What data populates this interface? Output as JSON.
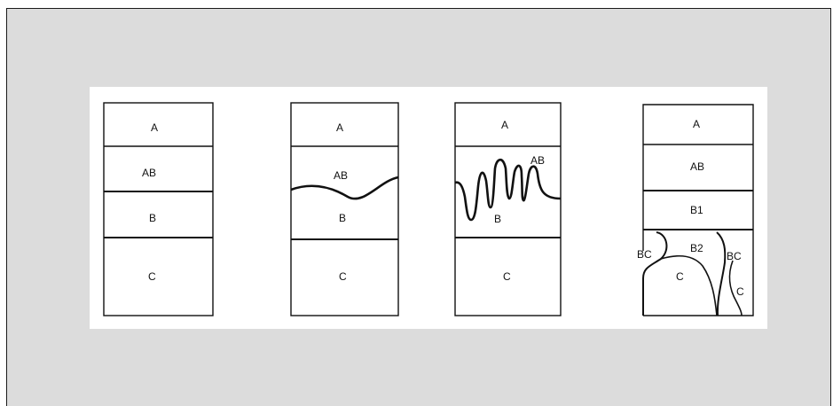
{
  "diagram": {
    "columns": [
      {
        "id": "col-1",
        "labels": {
          "a": "A",
          "ab": "AB",
          "b": "B",
          "c": "C"
        }
      },
      {
        "id": "col-2",
        "labels": {
          "a": "A",
          "ab": "AB",
          "b": "B",
          "c": "C"
        }
      },
      {
        "id": "col-3",
        "labels": {
          "a": "A",
          "ab": "AB",
          "b": "B",
          "c": "C"
        }
      },
      {
        "id": "col-4",
        "labels": {
          "a": "A",
          "ab": "AB",
          "b1": "B1",
          "b2": "B2",
          "bc_left": "BC",
          "bc_right": "BC",
          "c_left": "C",
          "c_right": "C"
        }
      }
    ]
  },
  "colors": {
    "frame_background": "#dcdcdc",
    "panel_background": "#ffffff",
    "line": "#111111"
  }
}
